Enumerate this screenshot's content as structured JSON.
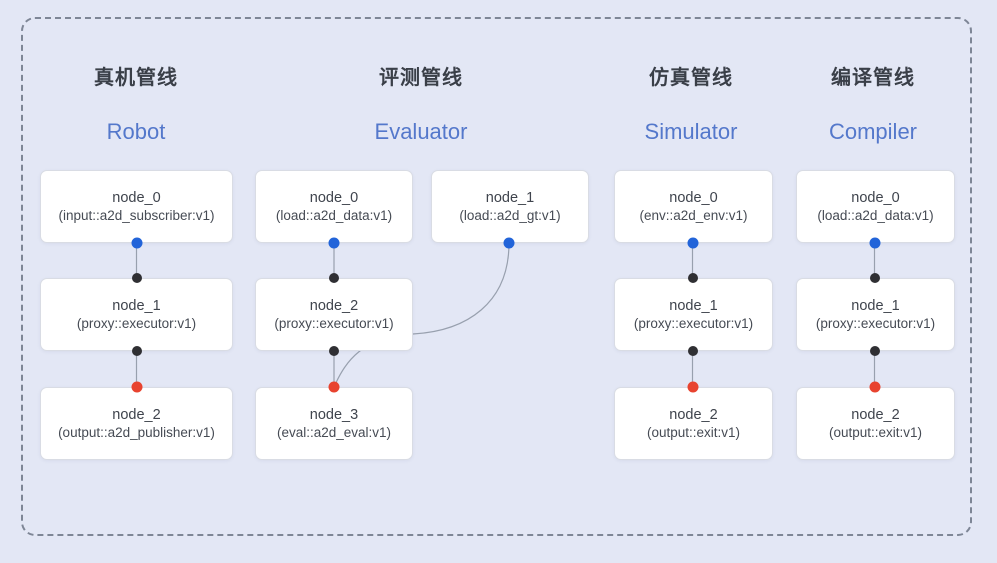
{
  "pipelines": [
    {
      "title_zh": "真机管线",
      "title_en": "Robot",
      "nodes": [
        {
          "name": "node_0",
          "detail": "(input::a2d_subscriber:v1)"
        },
        {
          "name": "node_1",
          "detail": "(proxy::executor:v1)"
        },
        {
          "name": "node_2",
          "detail": "(output::a2d_publisher:v1)"
        }
      ]
    },
    {
      "title_zh": "评测管线",
      "title_en": "Evaluator",
      "nodes": [
        {
          "name": "node_0",
          "detail": "(load::a2d_data:v1)"
        },
        {
          "name": "node_1",
          "detail": "(load::a2d_gt:v1)"
        },
        {
          "name": "node_2",
          "detail": "(proxy::executor:v1)"
        },
        {
          "name": "node_3",
          "detail": "(eval::a2d_eval:v1)"
        }
      ]
    },
    {
      "title_zh": "仿真管线",
      "title_en": "Simulator",
      "nodes": [
        {
          "name": "node_0",
          "detail": "(env::a2d_env:v1)"
        },
        {
          "name": "node_1",
          "detail": "(proxy::executor:v1)"
        },
        {
          "name": "node_2",
          "detail": "(output::exit:v1)"
        }
      ]
    },
    {
      "title_zh": "编译管线",
      "title_en": "Compiler",
      "nodes": [
        {
          "name": "node_0",
          "detail": "(load::a2d_data:v1)"
        },
        {
          "name": "node_1",
          "detail": "(proxy::executor:v1)"
        },
        {
          "name": "node_2",
          "detail": "(output::exit:v1)"
        }
      ]
    }
  ],
  "colors": {
    "background": "#e3e7f5",
    "frame_border": "#7e8696",
    "node_fill": "#ffffff",
    "node_border": "#d9dce4",
    "title_zh_color": "#3a3f48",
    "title_en_color": "#5478cb",
    "node_text": "#41464f",
    "port_source_blue": "#2264d9",
    "port_mid_black": "#2f2f33",
    "port_sink_red": "#e8432f",
    "connector": "#98a0ae"
  }
}
